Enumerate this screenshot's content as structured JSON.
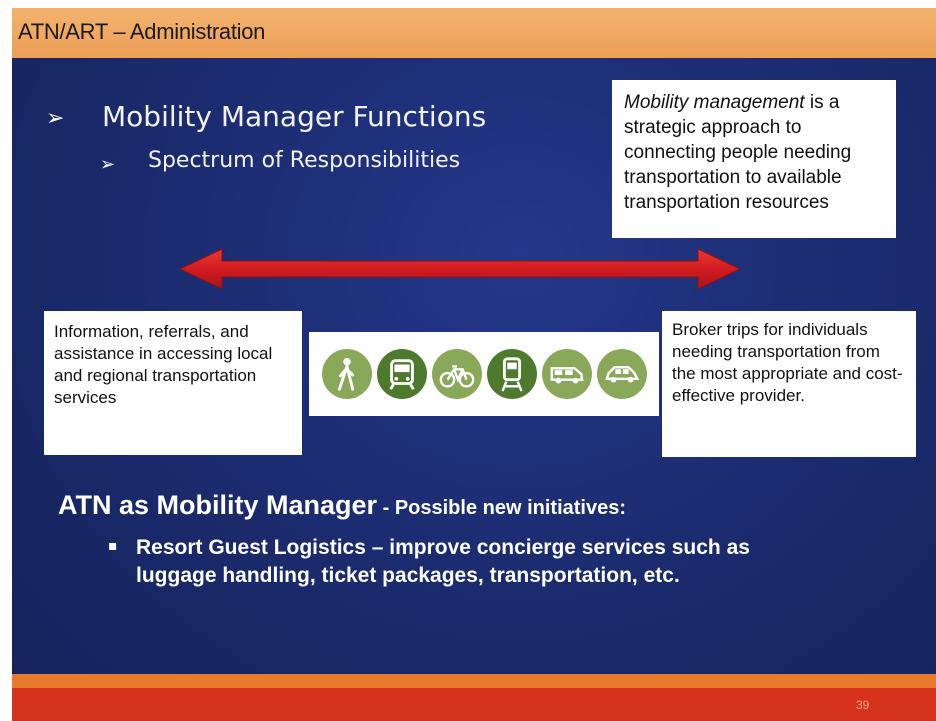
{
  "header": {
    "title": "ATN/ART – Administration"
  },
  "bullets": {
    "level1_marker": "➢",
    "level1": "Mobility Manager Functions",
    "level2_marker": "➢",
    "level2": "Spectrum of Responsibilities"
  },
  "definition": {
    "italic": "Mobility management",
    "rest": " is a strategic approach to connecting people needing transportation to available transportation resources"
  },
  "left_box": "Information, referrals, and assistance in accessing local and regional transportation services",
  "right_box": "Broker trips for individuals needing transportation from the most appropriate and cost-effective provider.",
  "icons": [
    "pedestrian-icon",
    "bus-icon",
    "bicycle-icon",
    "train-icon",
    "van-icon",
    "car-icon"
  ],
  "colors": {
    "arrow": "#d21f22",
    "icon_light": "#8aa85a",
    "icon_dark": "#4e7a2d",
    "header": "#ee a45c"
  },
  "atn": {
    "heading_main": "ATN as Mobility Manager",
    "heading_sub": " - Possible new initiatives:",
    "bullet_marker": "▪",
    "bullet": "Resort Guest Logistics – improve concierge services such as luggage handling, ticket packages, transportation, etc."
  },
  "footer": {
    "page_number": "39"
  }
}
